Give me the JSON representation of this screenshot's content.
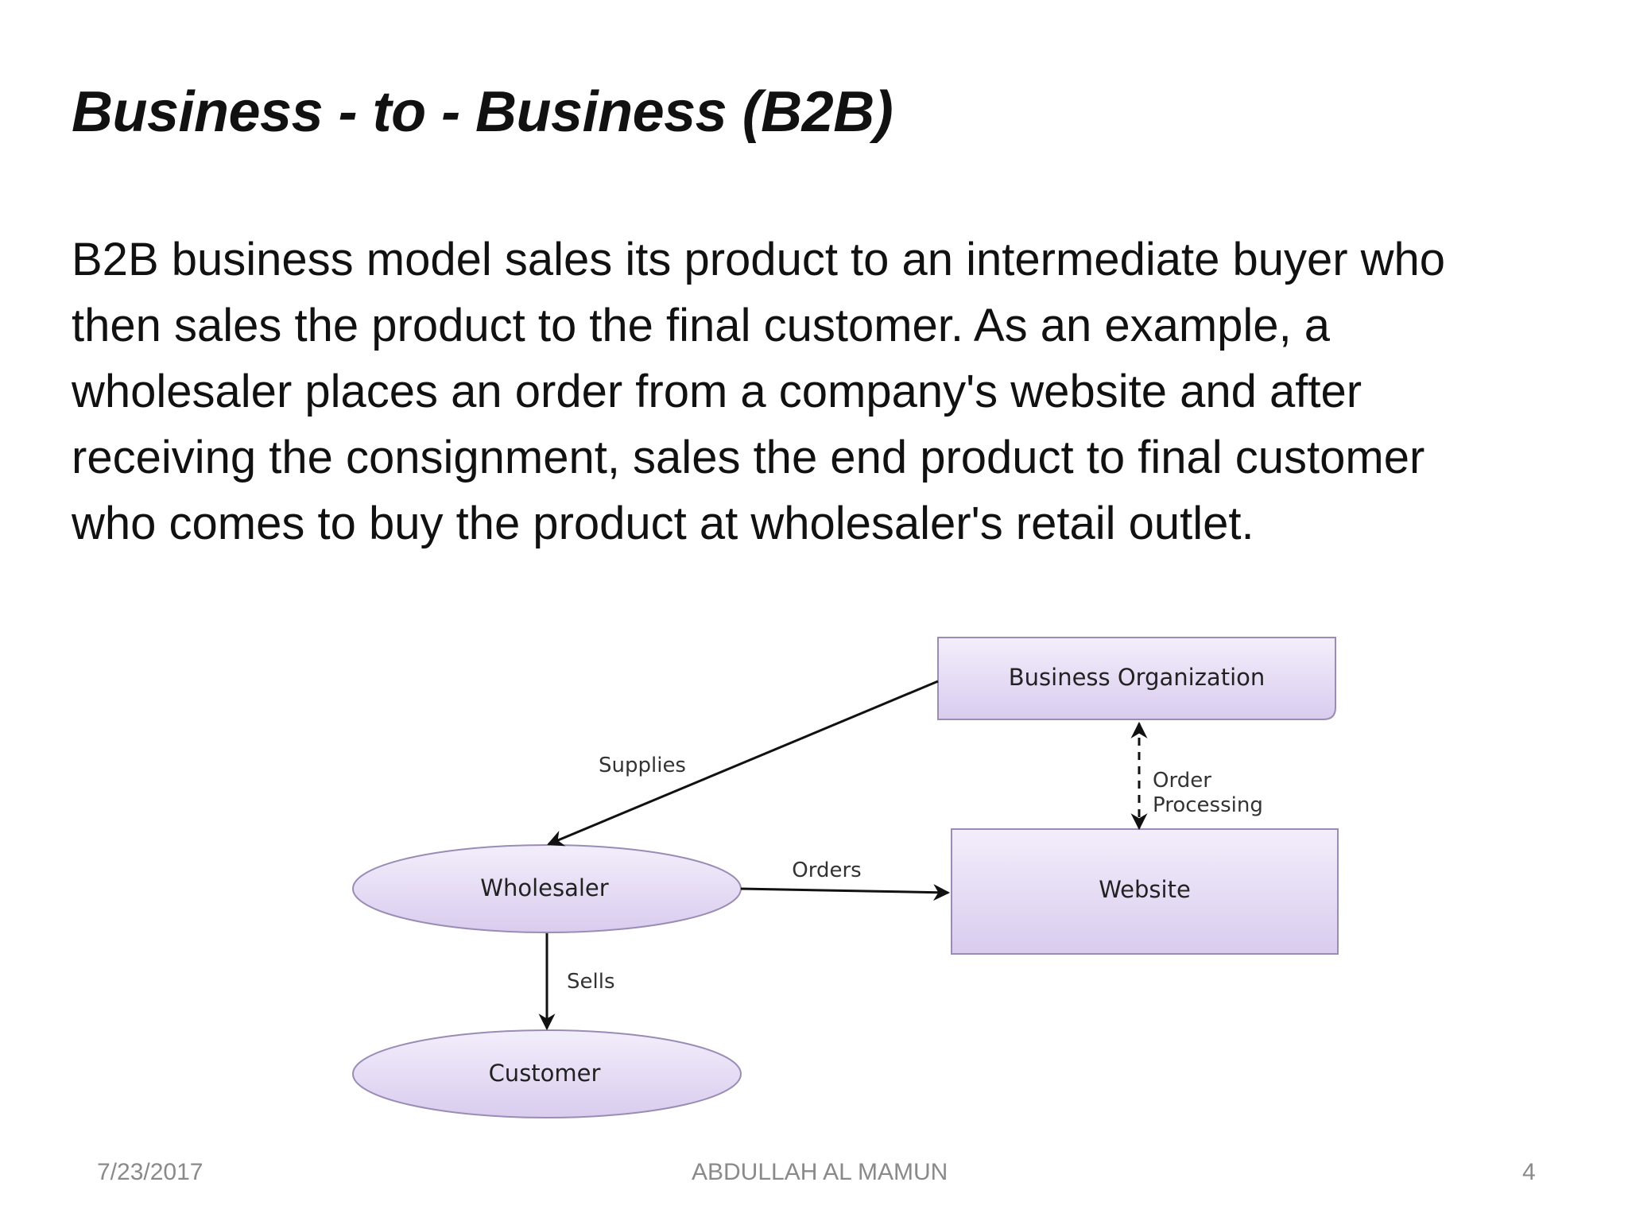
{
  "slide": {
    "title": "Business - to - Business (B2B)",
    "body_lines": [
      "B2B business model sales its product to an intermediate buyer who",
      "then sales the product to the final customer. As an example, a",
      "wholesaler places an order from a company's website and after",
      "receiving the consignment, sales the end product to final customer",
      "who comes to buy the product at wholesaler's retail outlet."
    ]
  },
  "diagram": {
    "nodes": {
      "business_org": "Business Organization",
      "wholesaler": "Wholesaler",
      "website": "Website",
      "customer": "Customer"
    },
    "edges": {
      "supplies": "Supplies",
      "order": "Order",
      "processing": "Processing",
      "orders": "Orders",
      "sells": "Sells"
    },
    "colors": {
      "node_fill_top": "#f3eefb",
      "node_fill_bottom": "#d9ccee",
      "node_stroke": "#9a8cb5",
      "line": "#111111"
    }
  },
  "footer": {
    "date": "7/23/2017",
    "author": "ABDULLAH AL MAMUN",
    "page": "4"
  }
}
